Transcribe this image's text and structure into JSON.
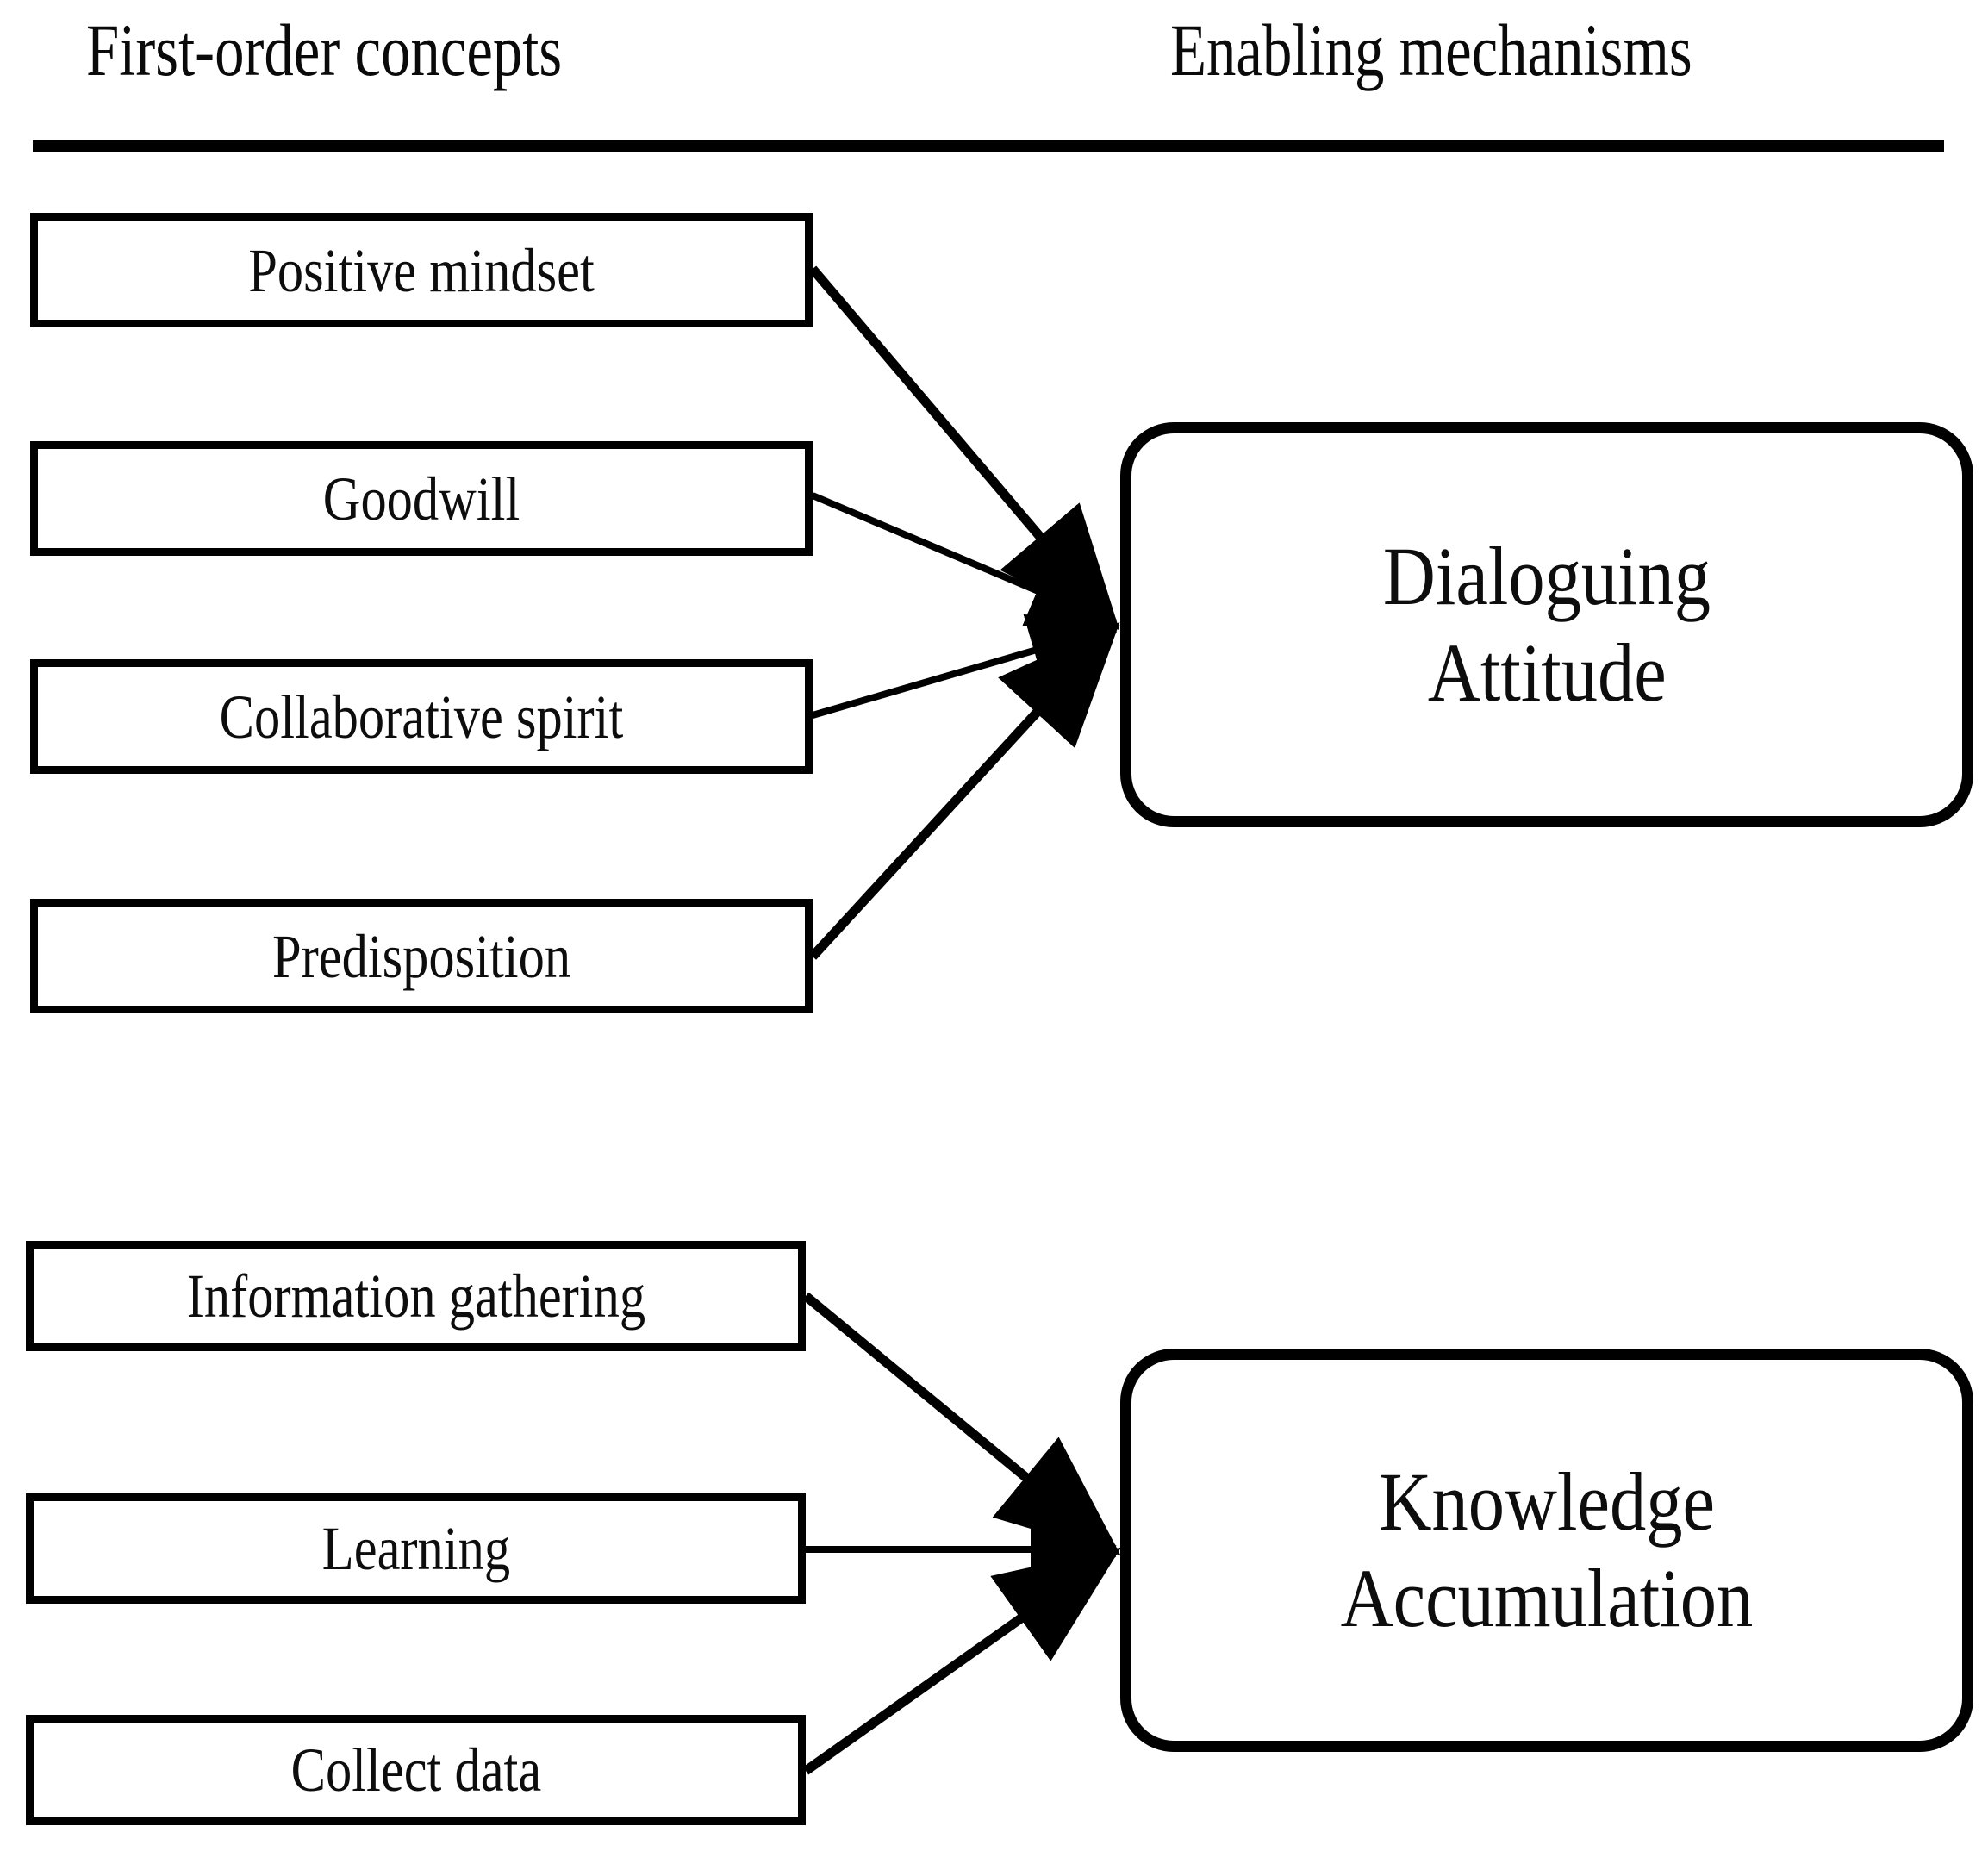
{
  "figure": {
    "type": "data-structure-diagram",
    "orientation": "left-to-right",
    "background_color": "#ffffff",
    "line_color": "#000000"
  },
  "headers": {
    "left": "First-order concepts",
    "right": "Enabling mechanisms",
    "rule_color": "#000000"
  },
  "groups": [
    {
      "id": "dialoguing-attitude",
      "mechanism": {
        "line1": "Dialoguing",
        "line2": "Attitude"
      },
      "concepts": [
        {
          "label": "Positive mindset"
        },
        {
          "label": "Goodwill"
        },
        {
          "label": "Collaborative spirit"
        },
        {
          "label": "Predisposition"
        }
      ]
    },
    {
      "id": "knowledge-accumulation",
      "mechanism": {
        "line1": "Knowledge",
        "line2": "Accumulation"
      },
      "concepts": [
        {
          "label": "Information gathering"
        },
        {
          "label": "Learning"
        },
        {
          "label": "Collect data"
        }
      ]
    }
  ]
}
